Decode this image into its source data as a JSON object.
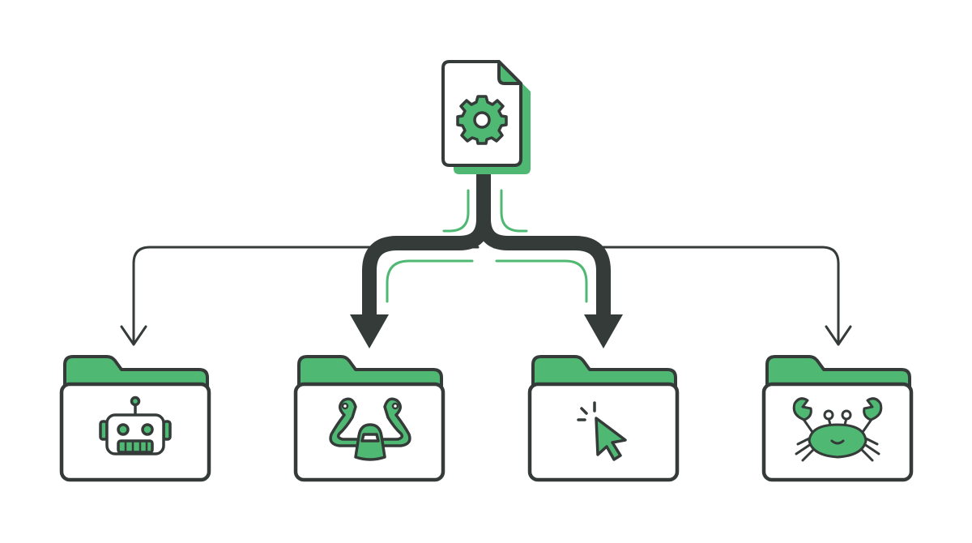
{
  "diagram": {
    "source": {
      "icon": "config-file-gear-icon"
    },
    "targets": [
      {
        "icon": "robot-icon",
        "arrow": "thin"
      },
      {
        "icon": "robotic-arms-icon",
        "arrow": "thick"
      },
      {
        "icon": "cursor-click-icon",
        "arrow": "thick"
      },
      {
        "icon": "crab-icon",
        "arrow": "thin"
      }
    ]
  },
  "colors": {
    "ink": "#343b39",
    "accent": "#4fb873",
    "background": "#ffffff"
  }
}
